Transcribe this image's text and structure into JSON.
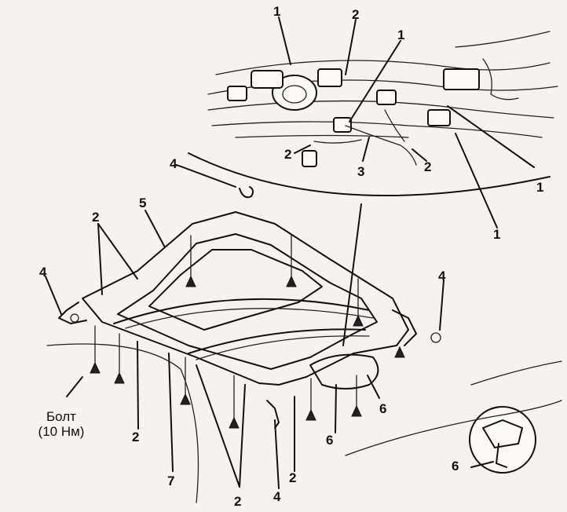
{
  "callouts": {
    "n1a": "1",
    "n2a": "2",
    "n1b": "1",
    "n2b": "2",
    "n3": "3",
    "n2c": "2",
    "n1c": "1",
    "n1d": "1",
    "n4a": "4",
    "n5": "5",
    "n2d": "2",
    "n4b": "4",
    "n4c": "4",
    "n6a": "6",
    "n6b": "6",
    "n2e": "2",
    "n7": "7",
    "n2f": "2",
    "n2g": "2",
    "n4d": "4",
    "n6c": "6"
  },
  "caption": {
    "line1": "Болт",
    "line2": "(10 Нм)"
  }
}
